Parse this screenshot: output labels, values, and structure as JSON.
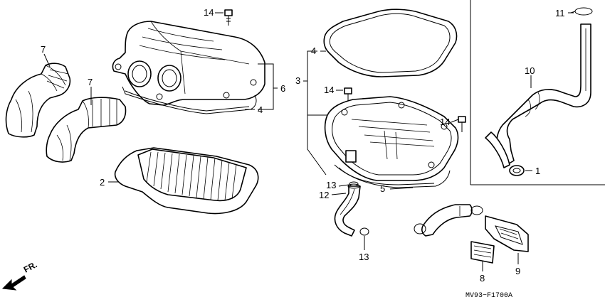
{
  "callouts": {
    "c1": "1",
    "c2": "2",
    "c3": "3",
    "c4a": "4",
    "c4b": "4",
    "c5": "5",
    "c6": "6",
    "c7a": "7",
    "c7b": "7",
    "c8": "8",
    "c9": "9",
    "c10": "10",
    "c11": "11",
    "c12": "12",
    "c13a": "13",
    "c13b": "13",
    "c14a": "14",
    "c14b": "14",
    "c14c": "14"
  },
  "direction": {
    "label": "FR."
  },
  "diagram_code": "MV93−F1700A",
  "icons": [
    "front-direction-arrow-icon"
  ]
}
